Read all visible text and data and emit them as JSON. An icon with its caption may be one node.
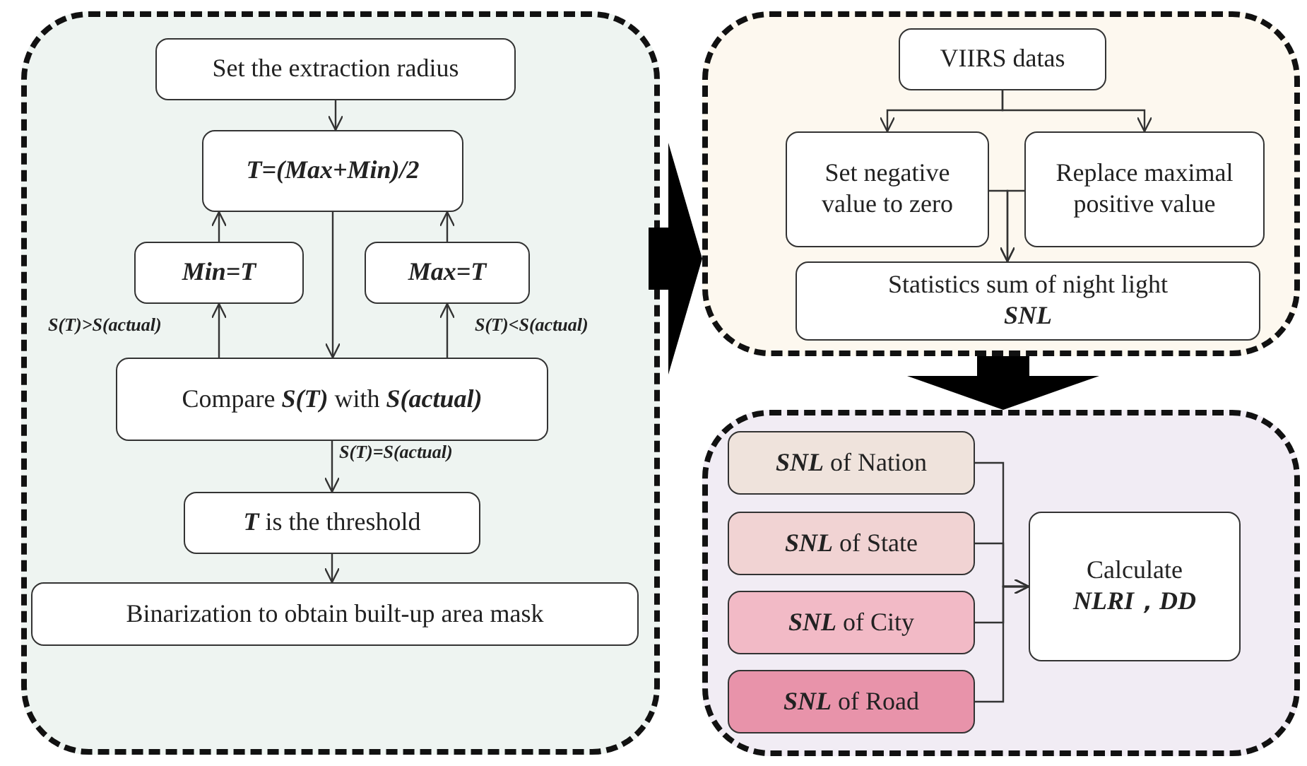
{
  "diagram": {
    "nodes": [
      {
        "text": [],
        "shape": "box"
      },
      {
        "text": [
          "Set the extraction radius"
        ],
        "in": 0
      },
      {
        "text": [
          "T=(Max+Min)/2"
        ],
        "in": 0
      },
      {
        "text": [
          "Min=T"
        ],
        "in": 0
      },
      {
        "text": [
          "Max=T"
        ],
        "in": 0
      },
      {
        "text": [
          "Compare **S(T)** with **S(actual)**"
        ],
        "in": 0
      },
      {
        "text": [
          "**T** is the threshold"
        ],
        "in": 0
      },
      {
        "text": [
          "Binarization to obtain built-up area mask"
        ],
        "in": 0
      },
      {
        "text": [],
        "shape": "box"
      },
      {
        "text": [
          "VIIRS datas"
        ],
        "in": 8
      },
      {
        "text": [
          "Set negative value to zero"
        ],
        "in": 8
      },
      {
        "text": [
          "Replace maximal positive value"
        ],
        "in": 8
      },
      {
        "text": [
          "Statistics sum of night light **SNL**"
        ],
        "in": 8
      },
      {
        "text": [],
        "shape": "box"
      },
      {
        "text": [
          "**SNL** of Nation"
        ],
        "in": 13
      },
      {
        "text": [
          "**SNL** of State"
        ],
        "in": 13
      },
      {
        "text": [
          "**SNL** of City"
        ],
        "in": 13
      },
      {
        "text": [
          "**SNL** of Road"
        ],
        "in": 13
      },
      {
        "text": [
          "Calculate **NLRI，DD**"
        ],
        "in": 13
      }
    ],
    "edges": [
      {
        "from": 1,
        "to": 2,
        "arrow": "to"
      },
      {
        "from": 2,
        "to": 5,
        "arrow": "to"
      },
      {
        "from": 5,
        "to": 3,
        "arrow": "to",
        "label": "S(T)>S(actual)"
      },
      {
        "from": 3,
        "to": 2,
        "arrow": "to"
      },
      {
        "from": 5,
        "to": 4,
        "arrow": "to",
        "label": "S(T)<S(actual)"
      },
      {
        "from": 4,
        "to": 2,
        "arrow": "to"
      },
      {
        "from": 5,
        "to": 6,
        "arrow": "to",
        "label": "S(T)=S(actual)"
      },
      {
        "from": 6,
        "to": 7,
        "arrow": "to"
      },
      {
        "from": 0,
        "to": 8,
        "arrow": "to",
        "style": "thick"
      },
      {
        "from": 8,
        "to": 13,
        "arrow": "to",
        "style": "thick"
      },
      {
        "from": 9,
        "to": 10,
        "arrow": "to"
      },
      {
        "from": 9,
        "to": 11,
        "arrow": "to"
      },
      {
        "from": 10,
        "to": 12,
        "arrow": "to"
      },
      {
        "from": 11,
        "to": 12,
        "arrow": "to"
      },
      {
        "from": 14,
        "to": 18,
        "arrow": "to"
      },
      {
        "from": 15,
        "to": 18,
        "arrow": "to"
      },
      {
        "from": 16,
        "to": 18,
        "arrow": "to"
      },
      {
        "from": 17,
        "to": 18,
        "arrow": "to"
      }
    ]
  }
}
